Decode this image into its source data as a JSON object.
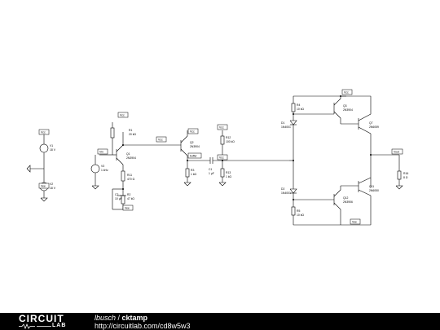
{
  "footer": {
    "logo_top": "CIRCUIT",
    "logo_bottom": "LAB",
    "user": "lbusch",
    "separator": " / ",
    "title": "cktamp",
    "url": "http://circuitlab.com/cd8w5w3"
  },
  "components": {
    "v1": {
      "ref": "V1",
      "value": "18 V"
    },
    "v2": {
      "ref": "V2",
      "value": "18 V"
    },
    "v3": {
      "ref": "V3",
      "value": "1 kHz"
    },
    "r1": {
      "ref": "R1",
      "value": "20 kΩ"
    },
    "r2": {
      "ref": "R2",
      "value": "47 kΩ"
    },
    "r3": {
      "ref": "R3",
      "value": "1 kΩ"
    },
    "r11": {
      "ref": "R11",
      "value": "470 Ω"
    },
    "r12": {
      "ref": "R12",
      "value": "100 kΩ"
    },
    "r13": {
      "ref": "R13",
      "value": "1 kΩ"
    },
    "r4": {
      "ref": "R4",
      "value": "10 kΩ"
    },
    "r5": {
      "ref": "R5",
      "value": "10 kΩ"
    },
    "r16": {
      "ref": "R16",
      "value": "8 Ω"
    },
    "c1": {
      "ref": "C1",
      "value": "1 µF"
    },
    "c2": {
      "ref": "C2",
      "value": "10 µF"
    },
    "q1": {
      "ref": "Q1",
      "value": "2N3904"
    },
    "q2": {
      "ref": "Q2",
      "value": "2N3904"
    },
    "q3": {
      "ref": "Q3",
      "value": "2N3904"
    },
    "q7": {
      "ref": "Q7",
      "value": "2N6059"
    },
    "q12": {
      "ref": "Q12",
      "value": "2N3906"
    },
    "q11": {
      "ref": "Q11",
      "value": "2N6050"
    },
    "d1": {
      "ref": "D1",
      "value": "1N4001"
    },
    "d2": {
      "ref": "D2",
      "value": "1N4001"
    }
  },
  "nets": {
    "vcc": "Vcc",
    "vee": "Vee",
    "vin": "Vin",
    "buffer": "buffer",
    "vout": "Vout"
  }
}
